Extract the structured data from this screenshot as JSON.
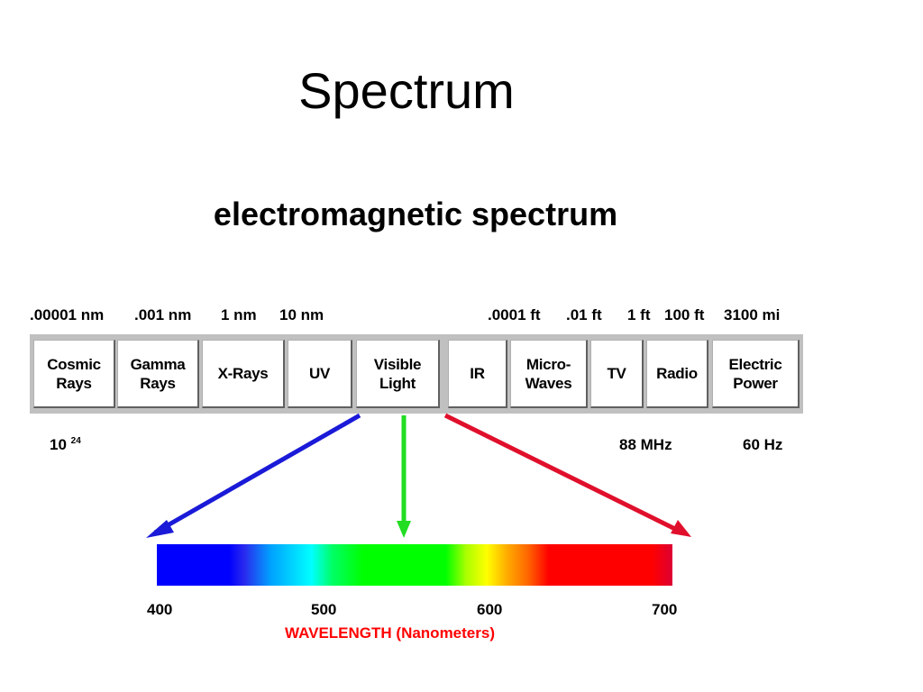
{
  "slide_title": "Spectrum",
  "diagram_title": "electromagnetic spectrum",
  "scale_labels": [
    ".00001 nm",
    ".001 nm",
    "1 nm",
    "10 nm",
    ".0001 ft",
    ".01 ft",
    "1 ft",
    "100 ft",
    "3100 mi"
  ],
  "bands": [
    "Cosmic\nRays",
    "Gamma\nRays",
    "X-Rays",
    "UV",
    "Visible\nLight",
    "IR",
    "Micro-\nWaves",
    "TV",
    "Radio",
    "Electric\nPower"
  ],
  "frequency_labels": {
    "cosmic_base": "10",
    "cosmic_exp": "24",
    "tv": "88 MHz",
    "power": "60 Hz"
  },
  "visible_spectrum": {
    "ticks": [
      "400",
      "500",
      "600",
      "700"
    ],
    "axis_label": "WAVELENGTH (Nanometers)",
    "arrow_colors": {
      "left": "#1a1ad8",
      "center": "#22dd22",
      "right": "#e0102c"
    }
  }
}
